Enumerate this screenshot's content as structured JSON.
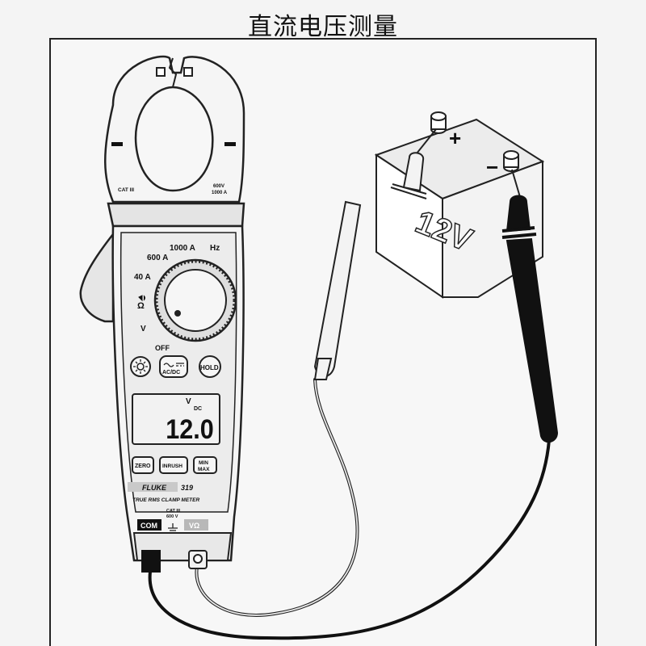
{
  "title": "直流电压测量",
  "meter": {
    "cat_top": "CAT III",
    "rating_v": "600V",
    "rating_a": "1000 A",
    "range_hz": "Hz",
    "range_1000a": "1000 A",
    "range_600a": "600 A",
    "range_40a": "40 A",
    "ohm_symbol": "Ω",
    "volt_symbol": "V",
    "off_label": "OFF",
    "acdc_button": "AC/DC",
    "hold_button": "HOLD",
    "display_unit": "V",
    "display_mode": "DC",
    "display_reading": "12.0",
    "zero_button": "ZERO",
    "inrush_button": "INRUSH",
    "min_label": "MIN",
    "max_label": "MAX",
    "brand": "FLUKE",
    "model": "319",
    "subtitle": "TRUE RMS CLAMP METER",
    "jack_cat": "CAT III",
    "jack_rating": "600 V",
    "com_label": "COM",
    "vohm_label": "VΩ"
  },
  "battery": {
    "label": "12V",
    "plus": "+",
    "minus": "−"
  }
}
